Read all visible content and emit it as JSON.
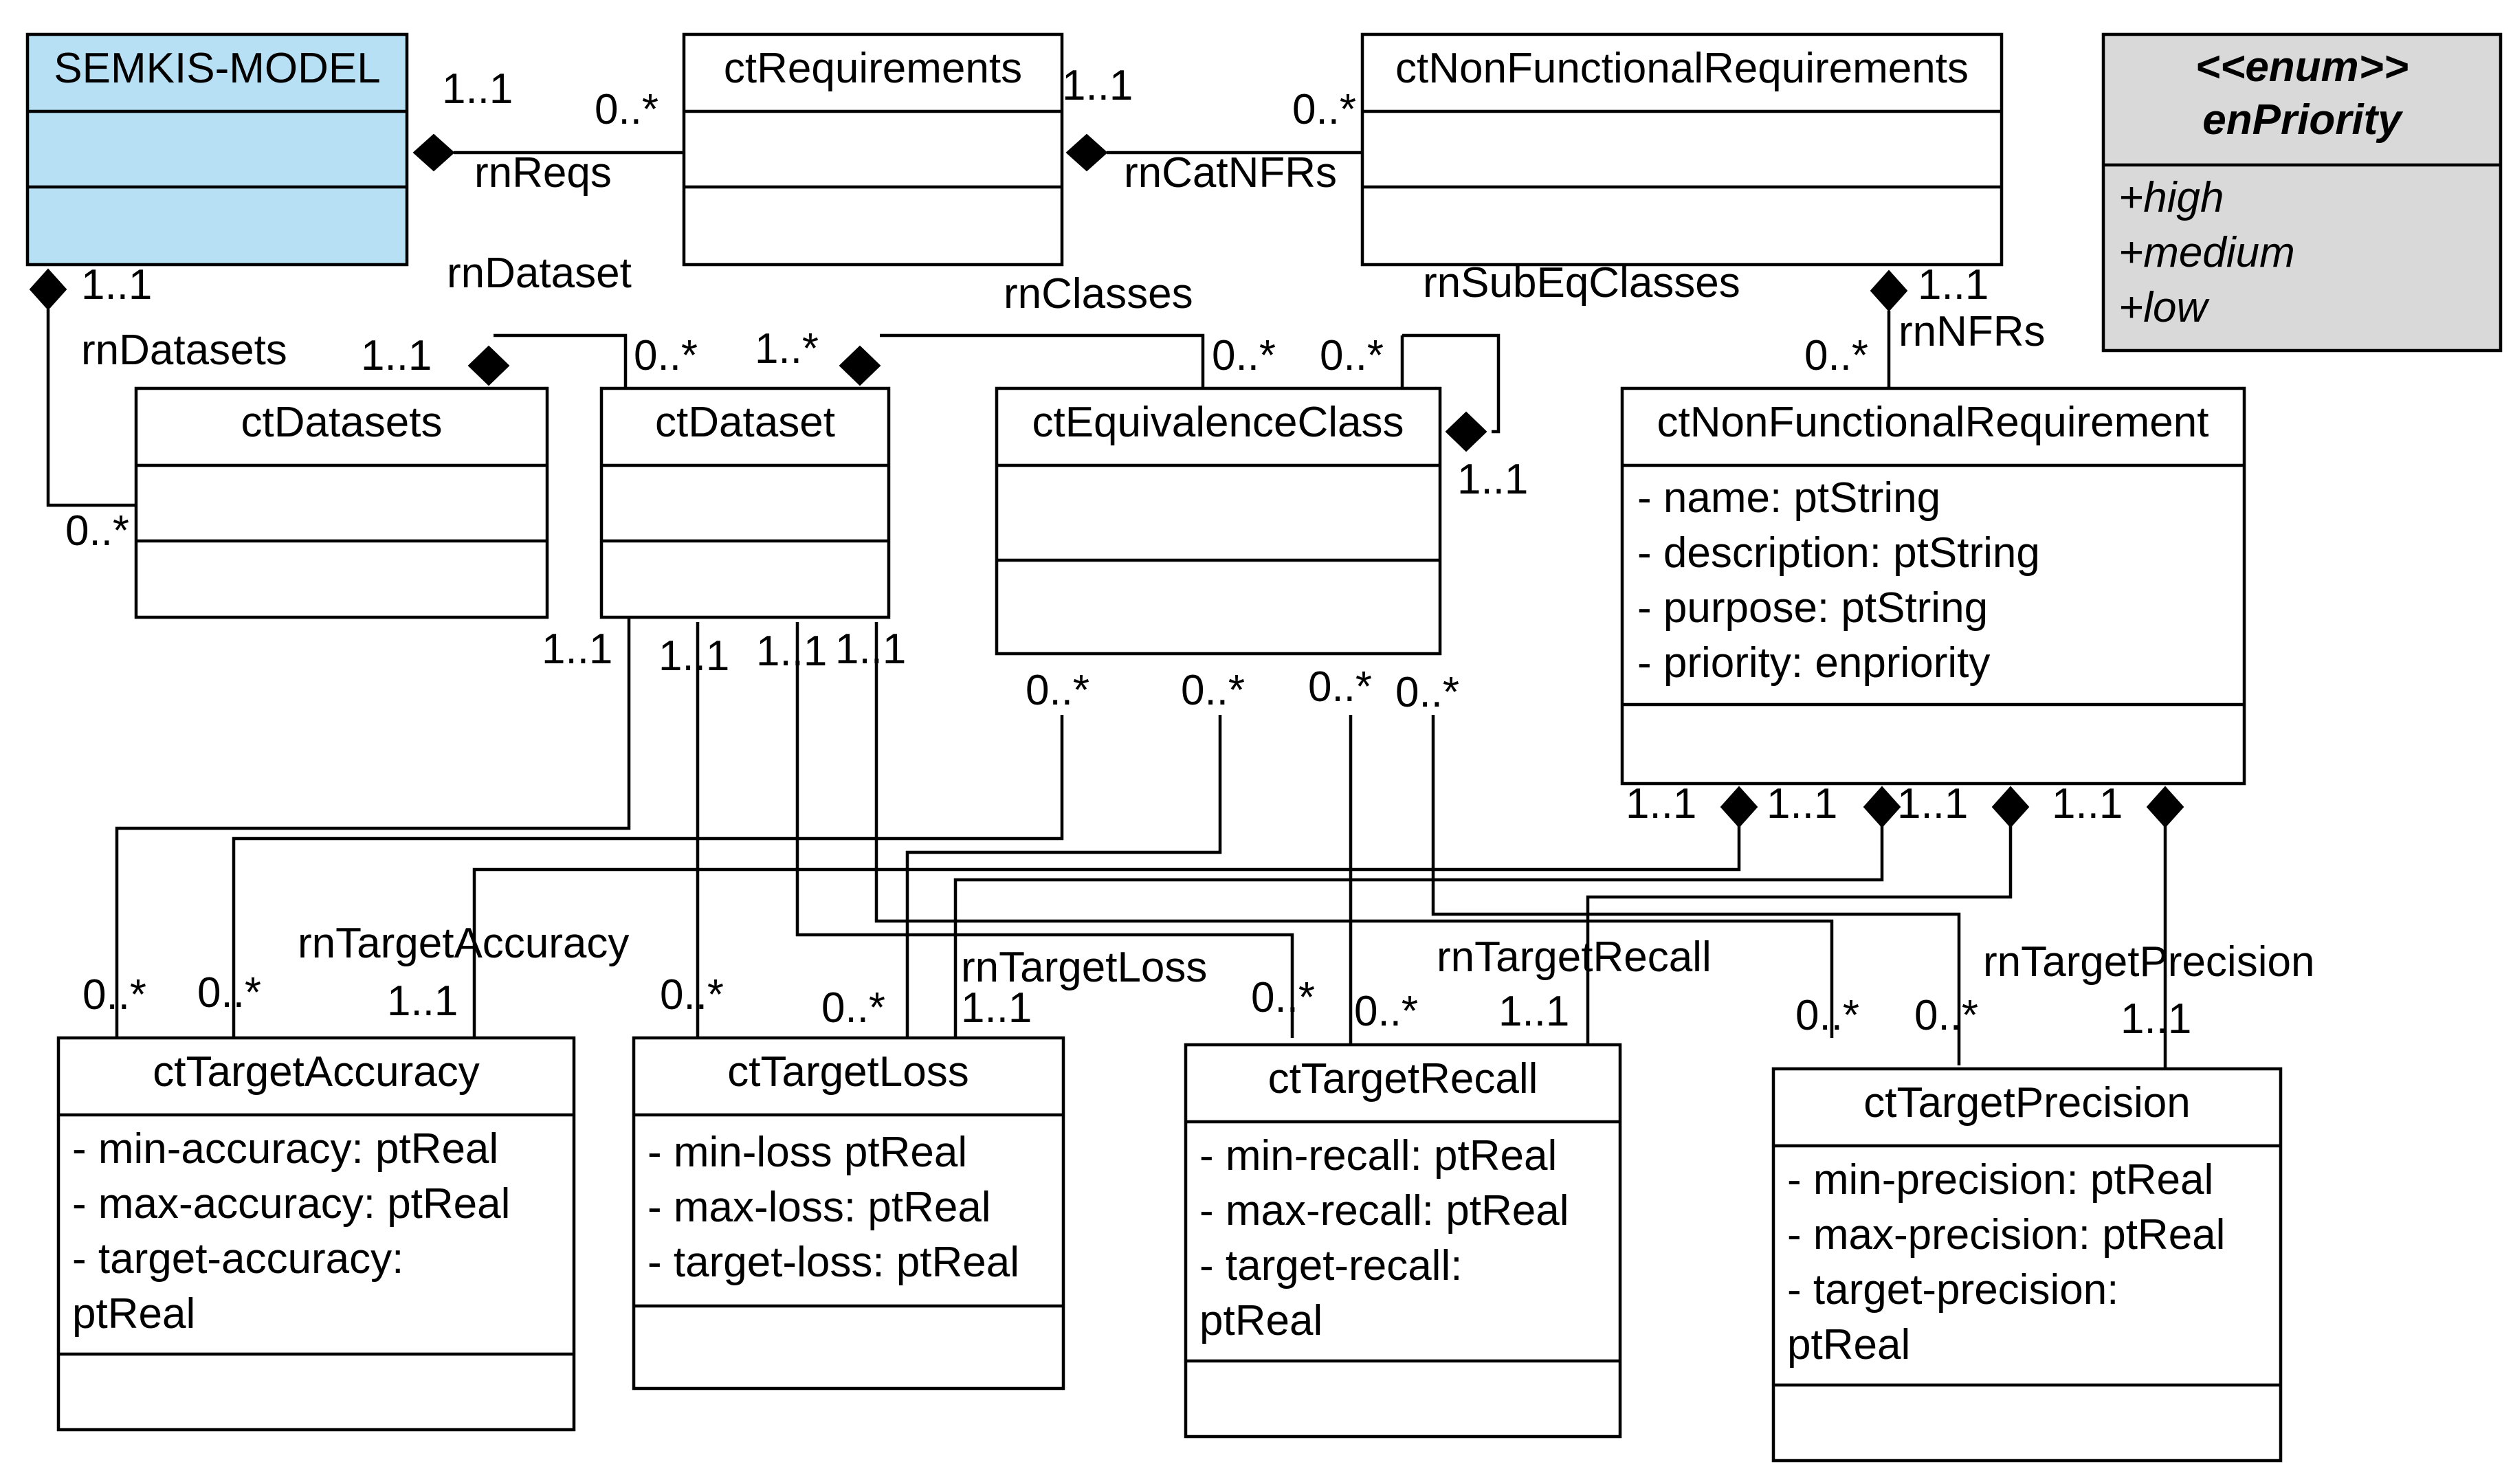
{
  "classes": {
    "semkis_model": {
      "title": "SEMKIS-MODEL"
    },
    "ct_requirements": {
      "title": "ctRequirements"
    },
    "ct_non_functional_requirements": {
      "title": "ctNonFunctionalRequirements"
    },
    "en_priority": {
      "stereotype": "<<enum>>",
      "title": "enPriority",
      "literals": [
        "+high",
        "+medium",
        "+low"
      ]
    },
    "ct_datasets": {
      "title": "ctDatasets"
    },
    "ct_dataset": {
      "title": "ctDataset"
    },
    "ct_equivalence_class": {
      "title": "ctEquivalenceClass"
    },
    "ct_non_functional_requirement": {
      "title": "ctNonFunctionalRequirement",
      "attributes": [
        "- name: ptString",
        "- description: ptString",
        "- purpose: ptString",
        "- priority: enpriority"
      ]
    },
    "ct_target_accuracy": {
      "title": "ctTargetAccuracy",
      "attributes": [
        "- min-accuracy: ptReal",
        "- max-accuracy: ptReal",
        "- target-accuracy:",
        "ptReal"
      ]
    },
    "ct_target_loss": {
      "title": "ctTargetLoss",
      "attributes": [
        "- min-loss ptReal",
        "- max-loss: ptReal",
        "- target-loss: ptReal"
      ]
    },
    "ct_target_recall": {
      "title": "ctTargetRecall",
      "attributes": [
        "- min-recall: ptReal",
        "- max-recall: ptReal",
        "- target-recall:",
        "ptReal"
      ]
    },
    "ct_target_precision": {
      "title": "ctTargetPrecision",
      "attributes": [
        "- min-precision: ptReal",
        "- max-precision: ptReal",
        "- target-precision:",
        "ptReal"
      ]
    }
  },
  "relations": {
    "rn_reqs": "rnReqs",
    "rn_cat_nfrs": "rnCatNFRs",
    "rn_dataset": "rnDataset",
    "rn_datasets": "rnDatasets",
    "rn_classes": "rnClasses",
    "rn_sub_eq_classes": "rnSubEqClasses",
    "rn_nfrs": "rnNFRs",
    "rn_target_accuracy": "rnTargetAccuracy",
    "rn_target_loss": "rnTargetLoss",
    "rn_target_recall": "rnTargetRecall",
    "rn_target_precision": "rnTargetPrecision"
  },
  "multiplicities": {
    "reqs_src": "1..1",
    "reqs_dst": "0..*",
    "catnfrs_src": "1..1",
    "catnfrs_dst": "0..*",
    "datasets_src": "1..1",
    "datasets_dst": "0..*",
    "dataset_src": "1..1",
    "dataset_dst": "0..*",
    "classes_src": "1..*",
    "classes_dst": "0..*",
    "subeq_a": "0..*",
    "subeq_b": "1..1",
    "nfrs_src": "1..1",
    "nfrs_dst": "0..*",
    "ds_1": "1..1",
    "ds_2": "1..1",
    "ds_3": "1..1",
    "ds_4": "1..1",
    "eq_1": "0..*",
    "eq_2": "0..*",
    "eq_3": "0..*",
    "eq_4": "0..*",
    "nfr_1": "1..1",
    "nfr_2": "1..1",
    "nfr_3": "1..1",
    "nfr_4": "1..1",
    "acc_1": "0..*",
    "acc_2": "0..*",
    "acc_3": "1..1",
    "loss_1": "0..*",
    "loss_2": "0..*",
    "loss_3": "1..1",
    "rec_1": "0..*",
    "rec_2": "0..*",
    "rec_3": "1..1",
    "prec_1": "0..*",
    "prec_2": "0..*",
    "prec_3": "1..1"
  },
  "colors": {
    "semkis_fill": "#b7e0f4",
    "enum_fill": "#d9d9d9",
    "stroke": "#000000"
  }
}
